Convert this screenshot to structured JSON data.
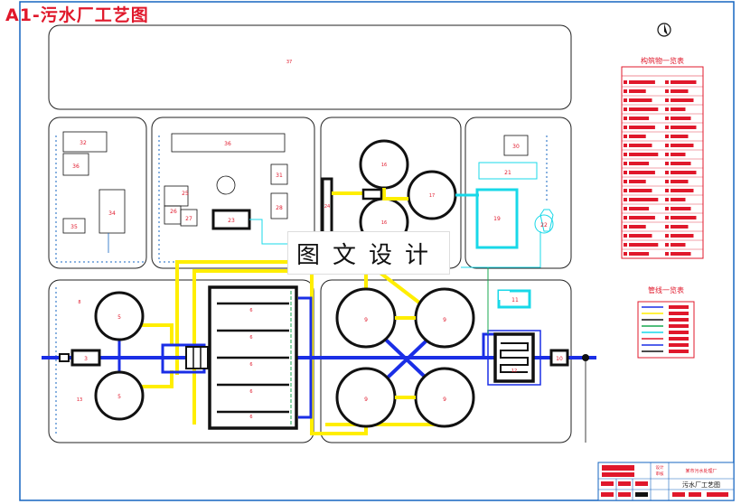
{
  "title": "A1-污水厂工艺图",
  "watermark": "图文设计",
  "units": {
    "u37": "37",
    "u32": "32",
    "u36a": "36",
    "u35": "35",
    "u34": "34",
    "u36b": "36",
    "u25": "25",
    "u26": "26",
    "u27": "27",
    "u23": "23",
    "u31": "31",
    "u28": "28",
    "u24": "24",
    "u16a": "16",
    "u16b": "16",
    "u17": "17",
    "u30": "30",
    "u21": "21",
    "u19": "19",
    "u22": "22",
    "u11": "11",
    "u5a": "5",
    "u5b": "5",
    "u3": "3",
    "u6a": "6",
    "u6b": "6",
    "u6c": "6",
    "u6d": "6",
    "u6e": "6",
    "u9a": "9",
    "u9b": "9",
    "u9c": "9",
    "u9d": "9",
    "u12": "12",
    "u10": "10",
    "u8": "8",
    "u13": "13"
  },
  "legend1": {
    "title": "构筑物一览表"
  },
  "legend2": {
    "title": "管线一览表"
  },
  "titleblock": {
    "name": "污水厂工艺图",
    "org": "某市污水处理厂",
    "role1": "设计",
    "role2": "审核"
  },
  "colors": {
    "frame": "#1565c0",
    "red": "#e0182b",
    "yellow": "#ffee00",
    "blue": "#1a2ee6",
    "cyan": "#18d8e8",
    "black": "#111111"
  }
}
